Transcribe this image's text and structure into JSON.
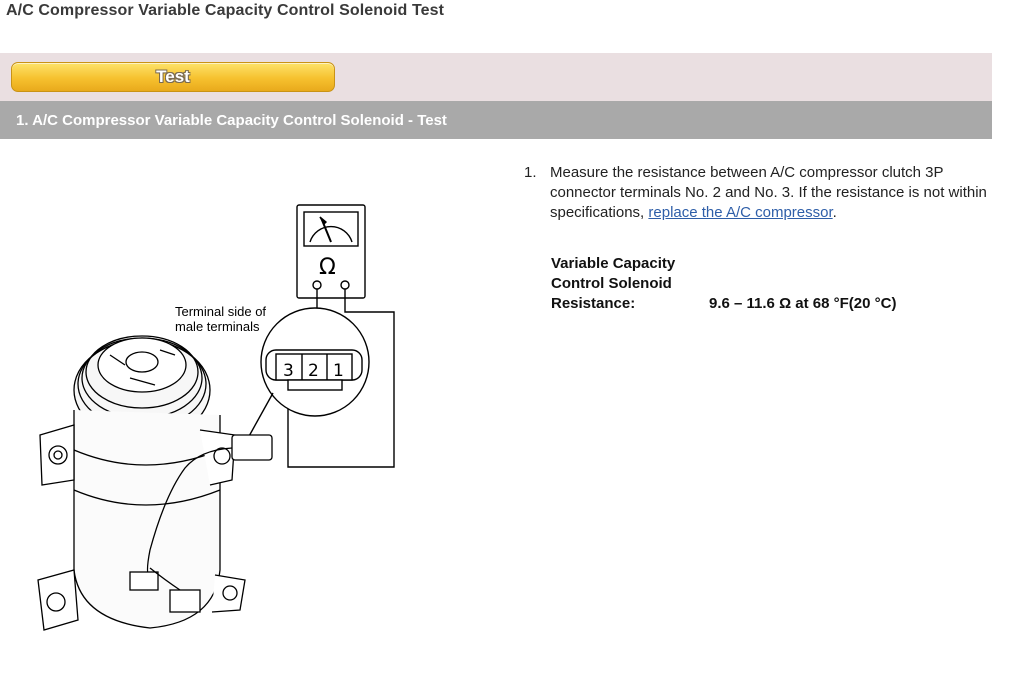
{
  "page": {
    "title": "A/C Compressor Variable Capacity Control Solenoid Test"
  },
  "tabs": {
    "test_label": "Test"
  },
  "section": {
    "heading": "1. A/C Compressor Variable Capacity Control Solenoid - Test"
  },
  "figure": {
    "callout": [
      "Terminal side of",
      "male terminals"
    ],
    "terminals": [
      "3",
      "2",
      "1"
    ],
    "meter_symbol": "Ω"
  },
  "steps": [
    {
      "number": "1.",
      "text_before": "Measure the resistance between A/C compressor clutch 3P connector terminals No. 2 and No. 3. If the resistance is not within specifications, ",
      "link_text": "replace the A/C compressor",
      "text_after": "."
    }
  ],
  "spec": {
    "label_lines": [
      "Variable Capacity",
      "Control Solenoid",
      "Resistance:"
    ],
    "value": "9.6 – 11.6 Ω at 68 °F(20 °C)"
  },
  "colors": {
    "tab_band": "#eadfe1",
    "test_button": "#f6c12f",
    "section_bar": "#a9a9a9",
    "link": "#2e5ea8"
  }
}
